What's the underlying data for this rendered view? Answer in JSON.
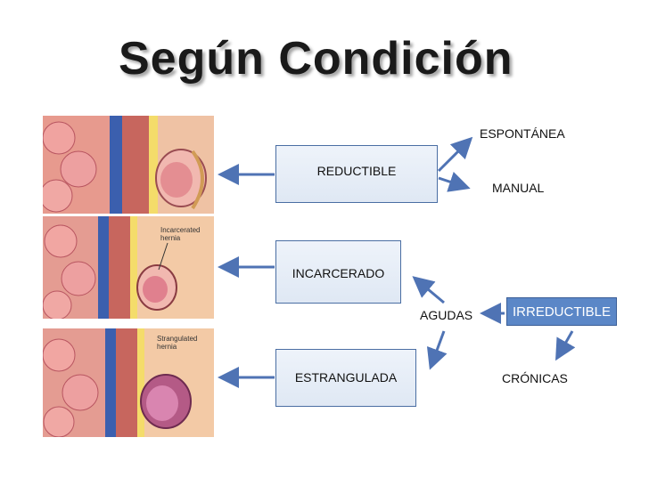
{
  "title": "Según Condición",
  "boxes": {
    "reductible": "REDUCTIBLE",
    "incarcerado": "INCARCERADO",
    "estrangulada": "ESTRANGULADA",
    "irreductible": "IRREDUCTIBLE"
  },
  "labels": {
    "espontanea": "ESPONTÁNEA",
    "manual": "MANUAL",
    "agudas": "AGUDAS",
    "cronicas": "CRÓNICAS"
  },
  "images": {
    "incarcerated_caption": "Incarcerated hernia",
    "strangulated_caption": "Strangulated hernia"
  },
  "colors": {
    "arrow": "#4f73b4",
    "box_border": "#4a6ea3",
    "irreductible_fill": "#5b87c7"
  }
}
